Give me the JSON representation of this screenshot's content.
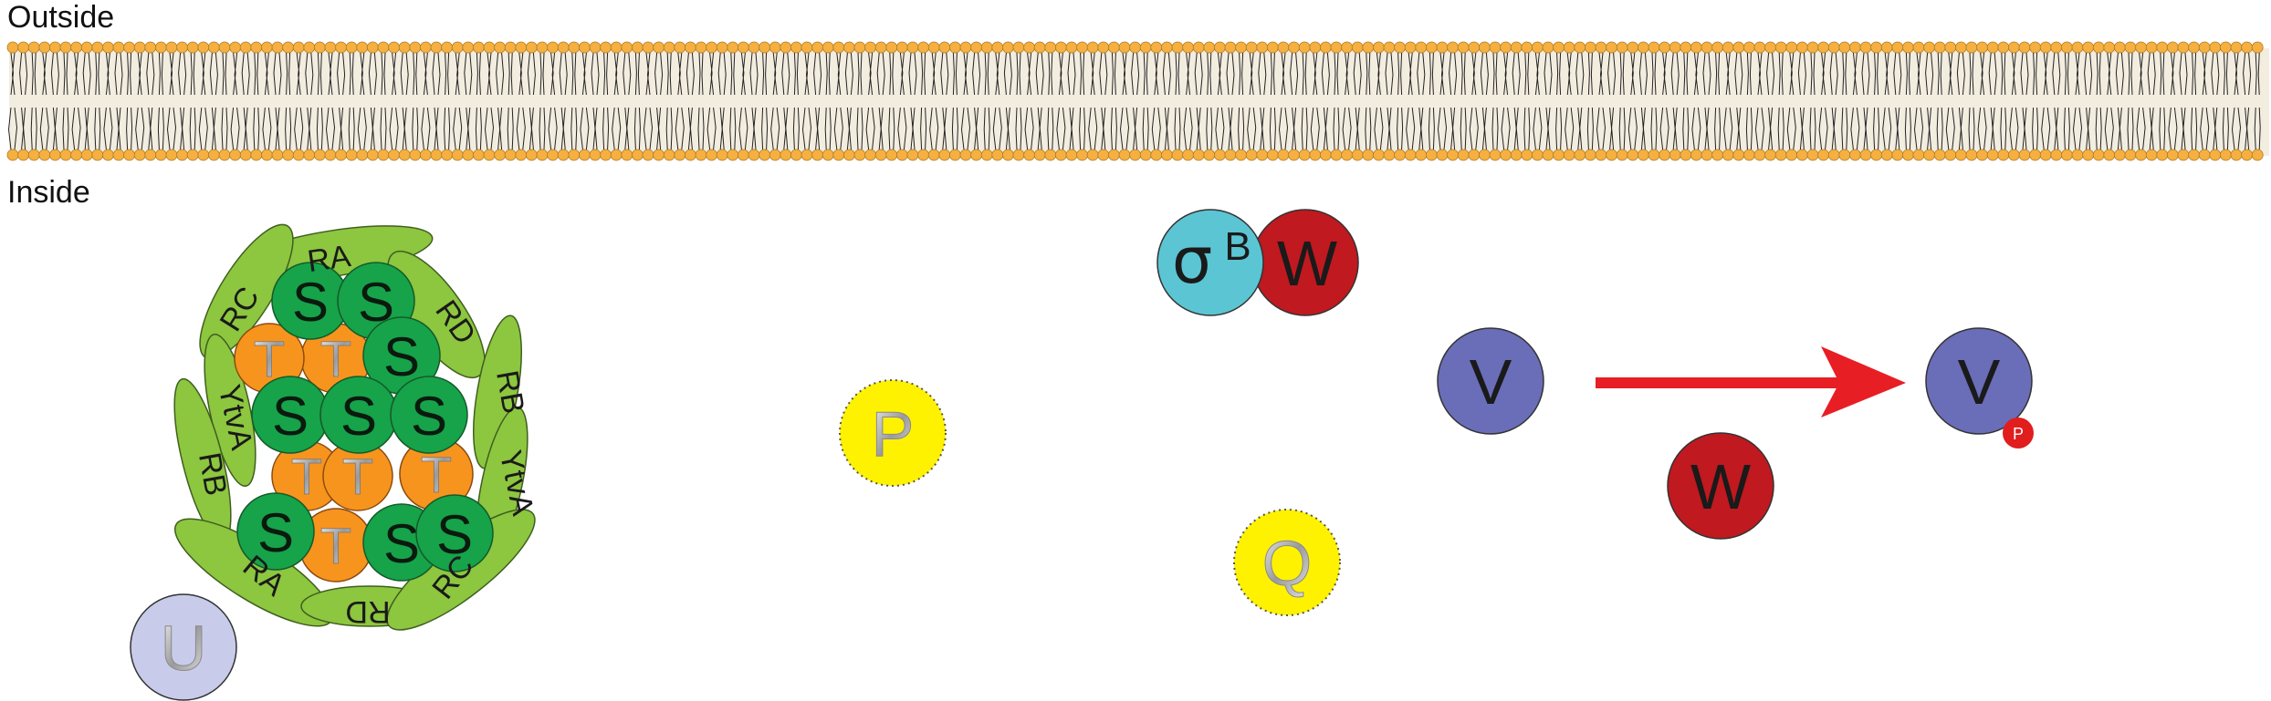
{
  "labels": {
    "outside": "Outside",
    "inside": "Inside"
  },
  "colors": {
    "membrane_head": "#F5B041",
    "membrane_fill": "#F3EDE0",
    "rsb_green": "#8DC63F",
    "stressosome_s": "#16A34A",
    "stressosome_t": "#F7941D",
    "sigma_b": "#5BC5D3",
    "w_protein": "#C0191F",
    "v_protein": "#6A6DB8",
    "pq_protein": "#FFF200",
    "u_protein": "#C9CBEB",
    "phosphate": "#E11D1D",
    "arrow": "#E81E25"
  },
  "stressosome": {
    "outer_labels": [
      "RA",
      "RC",
      "RD",
      "RB",
      "YtvA",
      "YtvA",
      "RB",
      "RA",
      "RD",
      "RC"
    ],
    "s_label": "S",
    "t_label": "T"
  },
  "proteins": {
    "u": "U",
    "p": "P",
    "q": "Q",
    "sigma_symbol": "σ",
    "sigma_superscript": "B",
    "w_bound": "W",
    "v_free": "V",
    "w_free": "W",
    "v_phosphorylated": "V",
    "phospho_tag": "P"
  }
}
